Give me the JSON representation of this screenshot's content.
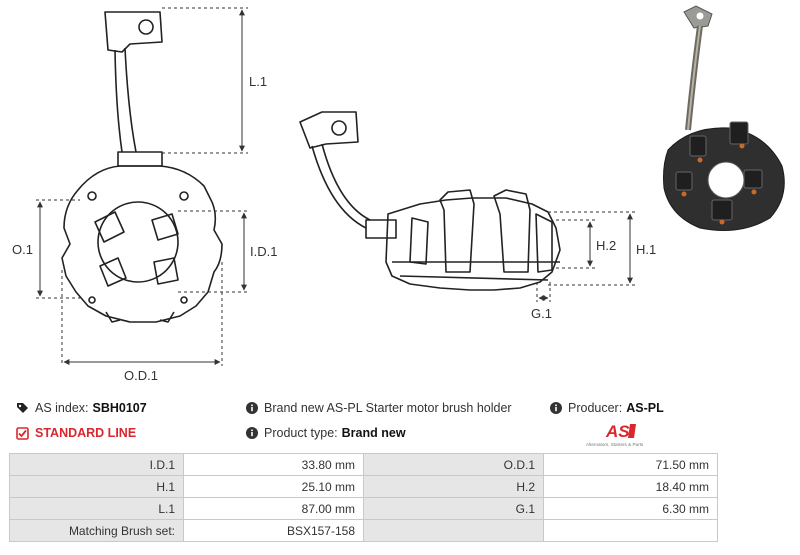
{
  "dimensions": {
    "l1": "L.1",
    "o1": "O.1",
    "id1": "I.D.1",
    "od1": "O.D.1",
    "h1": "H.1",
    "h2": "H.2",
    "g1": "G.1"
  },
  "info": {
    "as_index_label": "AS index:",
    "as_index_value": "SBH0107",
    "standard_line": "STANDARD LINE",
    "description": "Brand new AS-PL Starter motor brush holder",
    "product_type_label": "Product type:",
    "product_type_value": "Brand new",
    "producer_label": "Producer:",
    "producer_value": "AS-PL"
  },
  "logo": {
    "mark": "AS",
    "tagline": "Alternators, Starters & Parts",
    "color": "#d9272e"
  },
  "specs": [
    {
      "l1": "I.D.1",
      "v1": "33.80 mm",
      "l2": "O.D.1",
      "v2": "71.50 mm"
    },
    {
      "l1": "H.1",
      "v1": "25.10 mm",
      "l2": "H.2",
      "v2": "18.40 mm"
    },
    {
      "l1": "L.1",
      "v1": "87.00 mm",
      "l2": "G.1",
      "v2": "6.30 mm"
    },
    {
      "l1": "Matching Brush set:",
      "v1": "BSX157-158",
      "l2": "",
      "v2": ""
    }
  ],
  "colors": {
    "accent": "#d9272e",
    "label_bg": "#e6e6e6",
    "border": "#c9c9c9"
  }
}
